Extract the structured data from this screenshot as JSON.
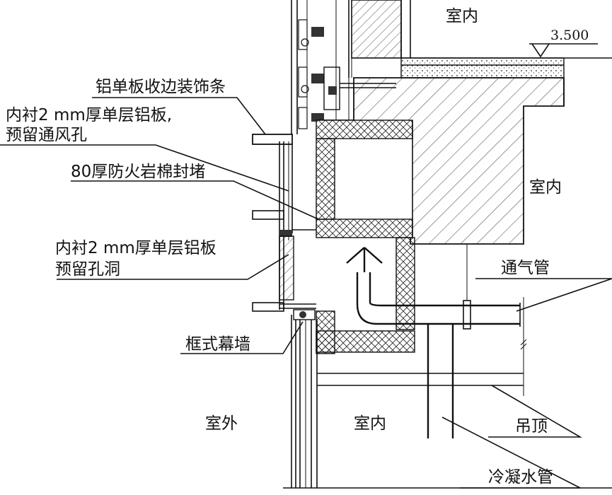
{
  "labels": {
    "indoor_top": "室内",
    "indoor_right": "室内",
    "indoor_bottom": "室内",
    "outdoor": "室外",
    "elevation": "3.500",
    "aluminum_trim": "铝单板收边装饰条",
    "liner_vent_1": "内衬2 mm厚单层铝板,",
    "liner_vent_2": "预留通风孔",
    "fire_seal": "80厚防火岩棉封堵",
    "liner_hole_1": "内衬2 mm厚单层铝板",
    "liner_hole_2": "预留孔洞",
    "frame_curtain_wall": "框式幕墙",
    "vent_pipe": "通气管",
    "ceiling": "吊顶",
    "condensate_pipe": "冷凝水管"
  }
}
